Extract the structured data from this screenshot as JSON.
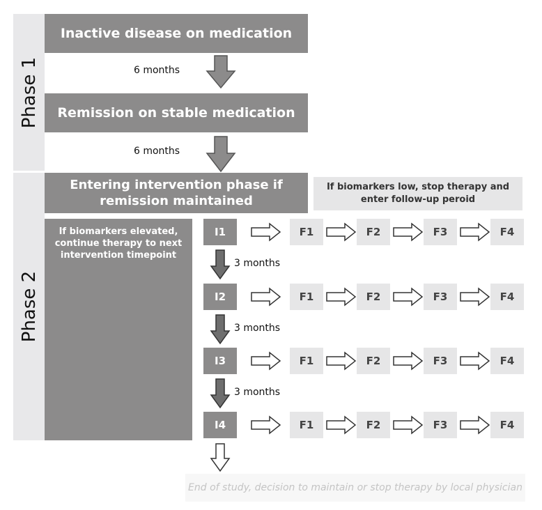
{
  "phases": {
    "phase1_label": "Phase 1",
    "phase2_label": "Phase 2"
  },
  "stages": {
    "inactive": "Inactive disease on medication",
    "remission": "Remission on stable medication",
    "entering": "Entering intervention phase if remission maintained"
  },
  "durations": {
    "six_months_a": "6 months",
    "six_months_b": "6 months",
    "three_months": [
      "3 months",
      "3 months",
      "3 months"
    ]
  },
  "notes": {
    "biomarkers_low": "If biomarkers low, stop therapy and enter follow-up peroid",
    "biomarkers_elevated": "If biomarkers elevated, continue therapy to next intervention timepoint",
    "end_of_study": "End of study, decision to maintain or stop therapy by local physician"
  },
  "rows": [
    {
      "intervention": "I1",
      "followups": [
        "F1",
        "F2",
        "F3",
        "F4"
      ]
    },
    {
      "intervention": "I2",
      "followups": [
        "F1",
        "F2",
        "F3",
        "F4"
      ]
    },
    {
      "intervention": "I3",
      "followups": [
        "F1",
        "F2",
        "F3",
        "F4"
      ]
    },
    {
      "intervention": "I4",
      "followups": [
        "F1",
        "F2",
        "F3",
        "F4"
      ]
    }
  ],
  "colors": {
    "dark_box": "#8c8b8b",
    "light_box": "#e6e6e7",
    "phase_band": "#e8e8ea"
  }
}
